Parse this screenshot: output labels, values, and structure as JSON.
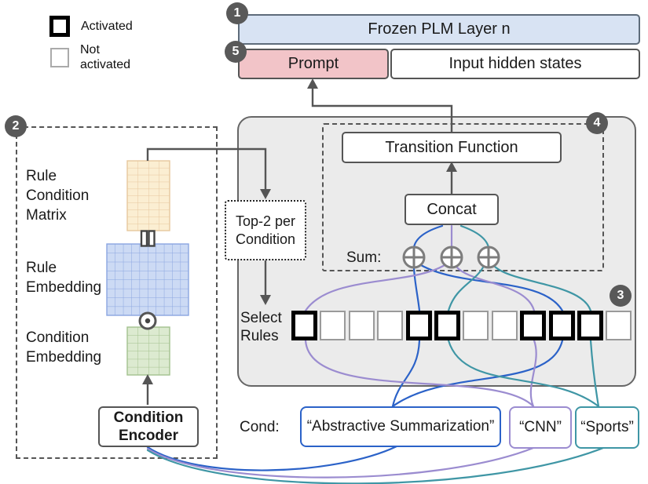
{
  "colors": {
    "cond_blue": "#2b62c8",
    "cond_purple": "#9b8cd0",
    "cond_teal": "#3f96a5",
    "plm_fill": "#d8e3f3",
    "prompt_fill": "#f2c4c8",
    "panel_fill": "#ebebeb",
    "badge_fill": "#595959",
    "matrix_yellow_fill": "#fbeed2",
    "matrix_yellow_line": "#e7c79d",
    "matrix_blue_fill": "#ccdaf4",
    "matrix_blue_line": "#8aa5e0",
    "matrix_green_fill": "#dcead0",
    "matrix_green_line": "#a3c18e"
  },
  "legend": {
    "activated": "Activated",
    "not_activated": "Not\nactivated"
  },
  "badges": {
    "b1": "1",
    "b2": "2",
    "b3": "3",
    "b4": "4",
    "b5": "5"
  },
  "top": {
    "frozen_plm": "Frozen PLM Layer n",
    "prompt": "Prompt",
    "input_hidden_states": "Input hidden states"
  },
  "module": {
    "transition_function": "Transition Function",
    "concat": "Concat",
    "sum_label": "Sum:",
    "select_rules": "Select\nRules",
    "top2_per_condition": "Top-2 per\nCondition"
  },
  "left": {
    "rule_condition_matrix": "Rule\nCondition\nMatrix",
    "rule_embedding": "Rule\nEmbedding",
    "condition_embedding": "Condition\nEmbedding",
    "condition_encoder": "Condition\nEncoder"
  },
  "cond": {
    "label": "Cond:",
    "items": [
      {
        "text": "“Abstractive Summarization”"
      },
      {
        "text": "“CNN”"
      },
      {
        "text": "“Sports”"
      }
    ]
  },
  "rules": {
    "count": 12,
    "activated": [
      0,
      4,
      5,
      8,
      9,
      10
    ]
  }
}
